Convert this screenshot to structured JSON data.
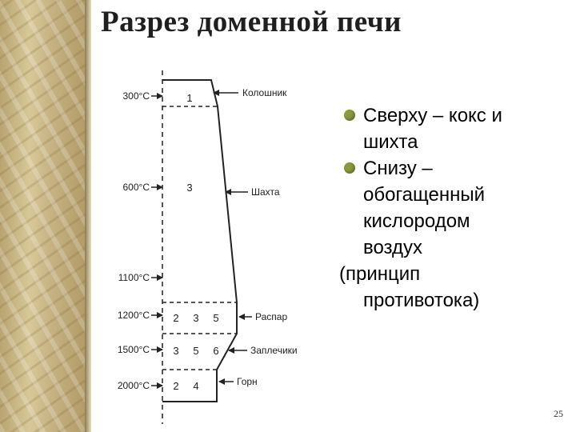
{
  "slide": {
    "title": "Разрез доменной печи",
    "page_number": "25"
  },
  "diagram": {
    "temperatures": [
      "300°C",
      "600°C",
      "1100°C",
      "1200°C",
      "1500°C",
      "2000°C"
    ],
    "zone_labels": [
      "Колошник",
      "Шахта",
      "Распар",
      "Заплечики",
      "Горн"
    ],
    "zone_numbers": [
      "1",
      "3",
      "2",
      "3",
      "5",
      "3",
      "5",
      "6",
      "2",
      "4"
    ]
  },
  "bullets": {
    "item1_line1": "Сверху – кокс и",
    "item1_line2": "шихта",
    "item2_line1": "Снизу –",
    "item2_line2": "обогащенный",
    "item2_line3": "кислородом",
    "item2_line4": "воздух",
    "note_line1": "(принцип",
    "note_line2": "противотока)"
  },
  "colors": {
    "bullet": "#8a9a3a",
    "marble": "#c6b283"
  }
}
